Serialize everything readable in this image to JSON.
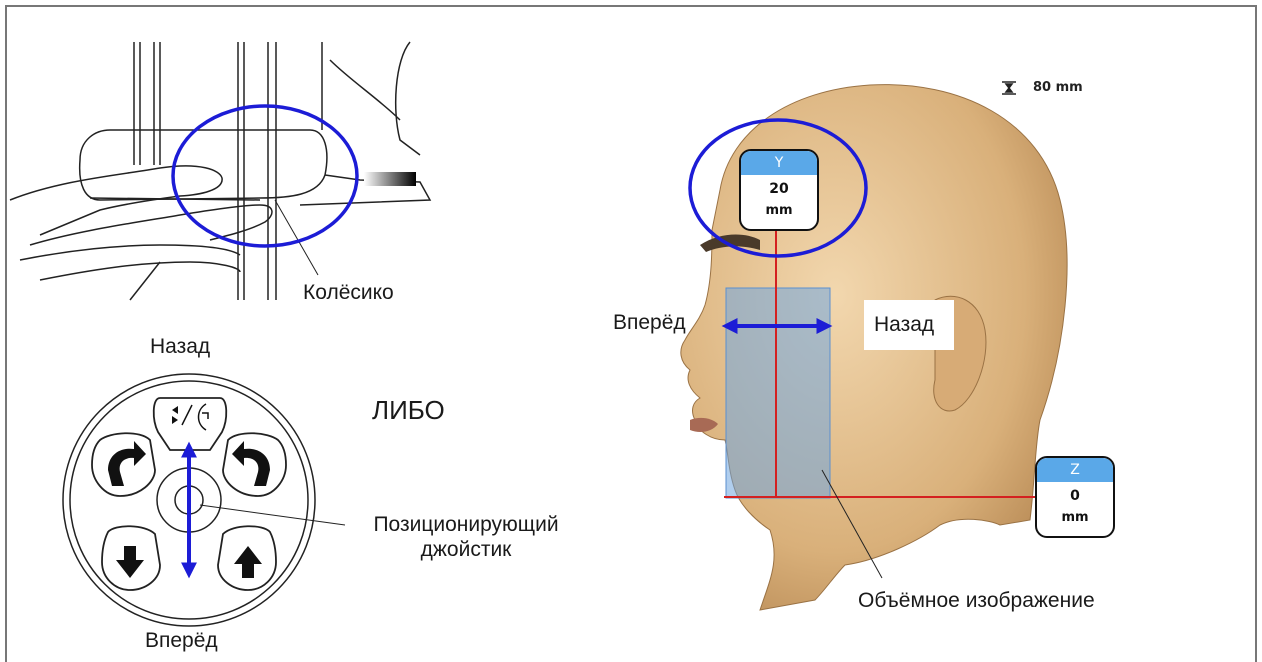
{
  "labels": {
    "wheel": "Колёсико",
    "back_top": "Назад",
    "or": "ЛИБО",
    "joystick_line1": "Позиционирующий",
    "joystick_line2": "джойстик",
    "forward_bottom": "Вперёд",
    "forward_head": "Вперёд",
    "back_head": "Назад",
    "volume": "Объёмное изображение"
  },
  "scale_readout": "80 mm",
  "y_readout": {
    "axis": "Y",
    "value": "20",
    "unit": "mm"
  },
  "z_readout": {
    "axis": "Z",
    "value": "0",
    "unit": "mm"
  },
  "colors": {
    "highlight_circle": "#1c1cd6",
    "arrow": "#1c1cd6",
    "guide_line": "#d42020",
    "volume_box": "#6fa6e0"
  }
}
